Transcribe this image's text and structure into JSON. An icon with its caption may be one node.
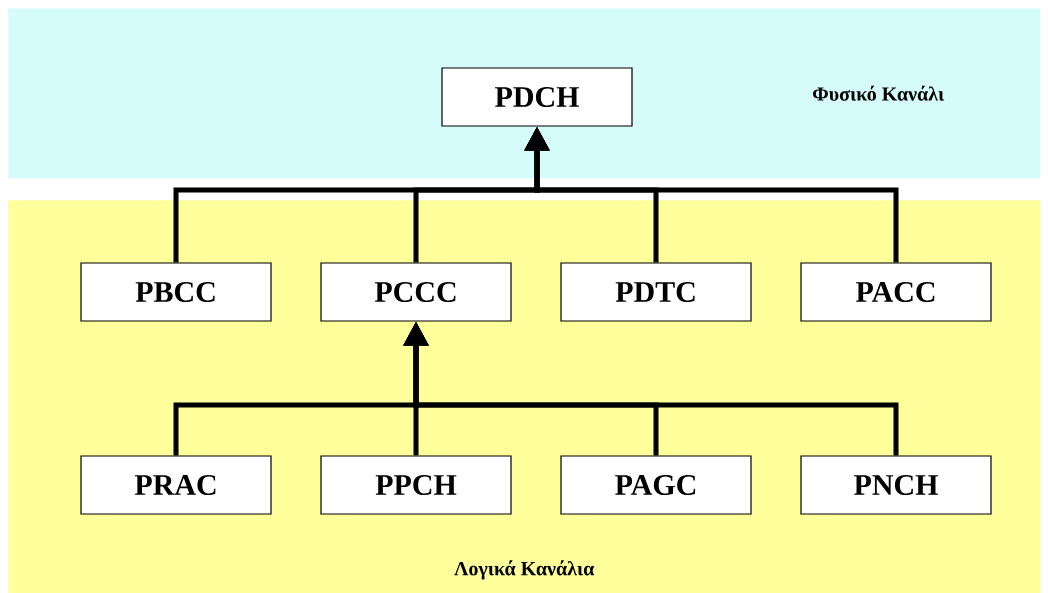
{
  "diagram": {
    "nodes": [
      {
        "text": [
          "Φυσικό Κανάλι"
        ]
      },
      {
        "text": [
          "Λογικά Κανάλια"
        ]
      },
      {
        "text": [
          "PDCH"
        ],
        "in": 0
      },
      {
        "text": [
          "PBCC"
        ],
        "in": 1
      },
      {
        "text": [
          "PCCC"
        ],
        "in": 1
      },
      {
        "text": [
          "PDTC"
        ],
        "in": 1
      },
      {
        "text": [
          "PACC"
        ],
        "in": 1
      },
      {
        "text": [
          "PRAC"
        ],
        "in": 1
      },
      {
        "text": [
          "PPCH"
        ],
        "in": 1
      },
      {
        "text": [
          "PAGC"
        ],
        "in": 1
      },
      {
        "text": [
          "PNCH"
        ],
        "in": 1
      }
    ],
    "edges": [
      {
        "from": 3,
        "to": 2,
        "arrow": "to"
      },
      {
        "from": 4,
        "to": 2,
        "arrow": "to"
      },
      {
        "from": 5,
        "to": 2,
        "arrow": "to"
      },
      {
        "from": 6,
        "to": 2,
        "arrow": "to"
      },
      {
        "from": 7,
        "to": 4,
        "arrow": "to"
      },
      {
        "from": 8,
        "to": 4,
        "arrow": "to"
      },
      {
        "from": 9,
        "to": 4,
        "arrow": "to"
      },
      {
        "from": 10,
        "to": 4,
        "arrow": "to"
      }
    ]
  }
}
